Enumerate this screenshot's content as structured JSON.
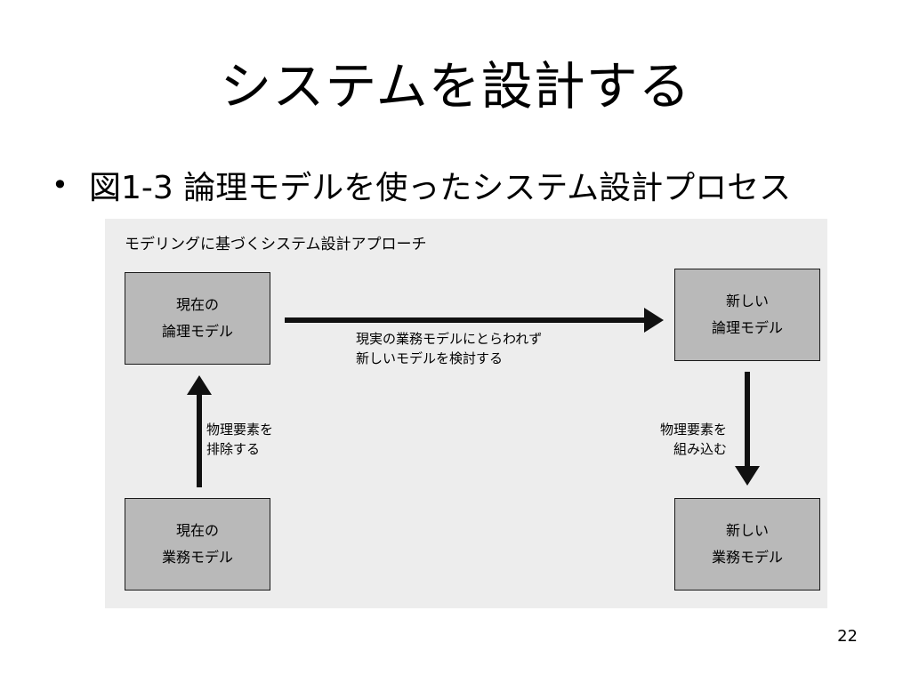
{
  "slide": {
    "title": "システムを設計する",
    "bullet": {
      "marker": "•",
      "text": "図1-3 論理モデルを使ったシステム設計プロセス"
    },
    "page_number": "22"
  },
  "figure": {
    "title": "モデリングに基づくシステム設計アプローチ",
    "boxes": {
      "current_logical": {
        "line1": "現在の",
        "line2": "論理モデル"
      },
      "new_logical": {
        "line1": "新しい",
        "line2": "論理モデル"
      },
      "current_business": {
        "line1": "現在の",
        "line2": "業務モデル"
      },
      "new_business": {
        "line1": "新しい",
        "line2": "業務モデル"
      }
    },
    "labels": {
      "top": {
        "line1": "現実の業務モデルにとらわれず",
        "line2": "新しいモデルを検討する"
      },
      "left": {
        "line1": "物理要素を",
        "line2": "排除する"
      },
      "right": {
        "line1": "物理要素を",
        "line2": "組み込む"
      }
    }
  }
}
